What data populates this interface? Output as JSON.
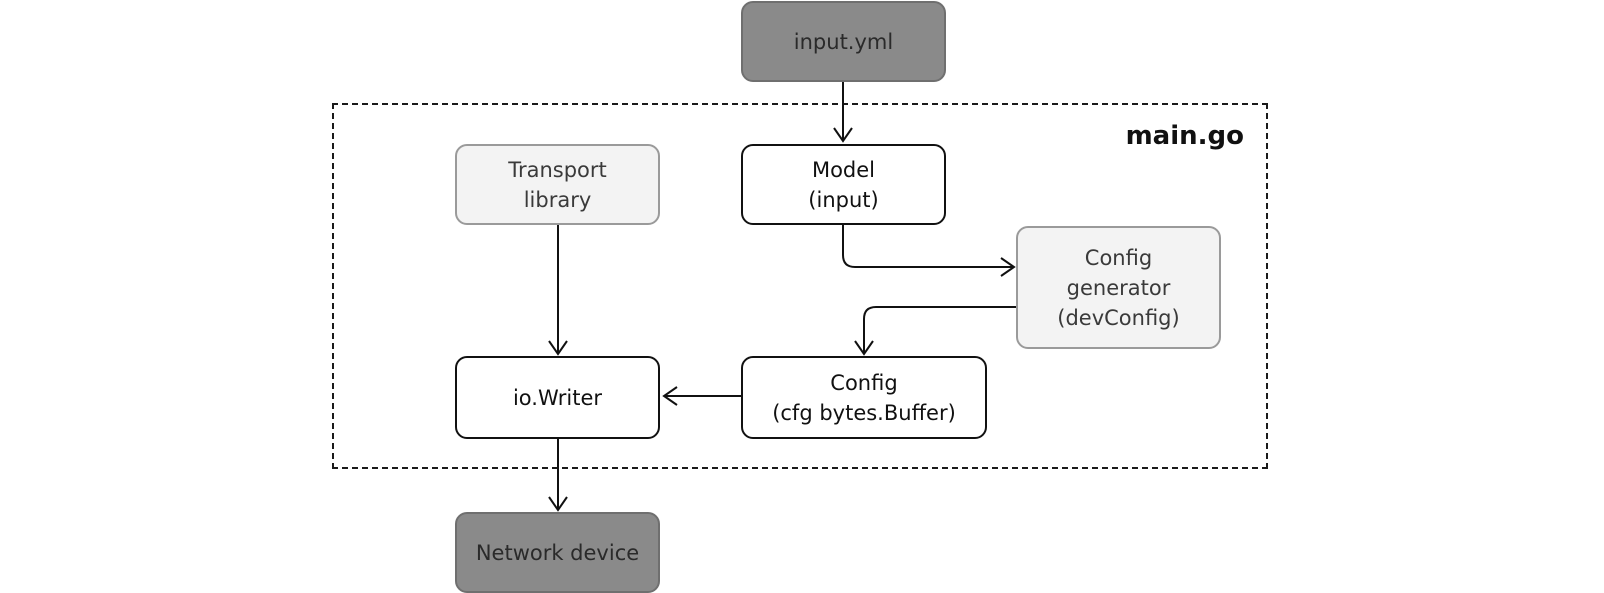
{
  "container": {
    "label": "main.go"
  },
  "nodes": {
    "input_yml": {
      "line1": "input.yml"
    },
    "transport": {
      "line1": "Transport",
      "line2": "library"
    },
    "model": {
      "line1": "Model",
      "line2": "(input)"
    },
    "config_generator": {
      "line1": "Config",
      "line2": "generator",
      "line3": "(devConfig)"
    },
    "io_writer": {
      "line1": "io.Writer"
    },
    "config": {
      "line1": "Config",
      "line2": "(cfg bytes.Buffer)"
    },
    "network_device": {
      "line1": "Network device"
    }
  }
}
